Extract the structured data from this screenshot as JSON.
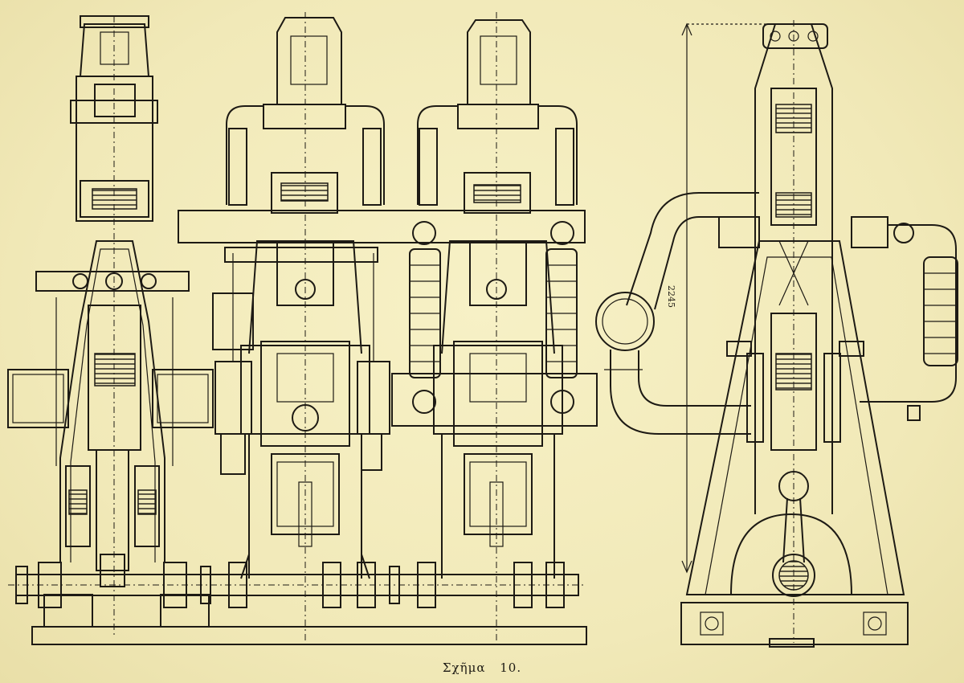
{
  "figure": {
    "caption_word": "Σχῆμα",
    "caption_number": "10.",
    "dimension_label": "2245"
  },
  "colors": {
    "paper": "#f3edbf",
    "ink": "#1d1a14"
  },
  "views": [
    "left-elevation",
    "center-left-elevation",
    "center-right-elevation",
    "side-section"
  ]
}
